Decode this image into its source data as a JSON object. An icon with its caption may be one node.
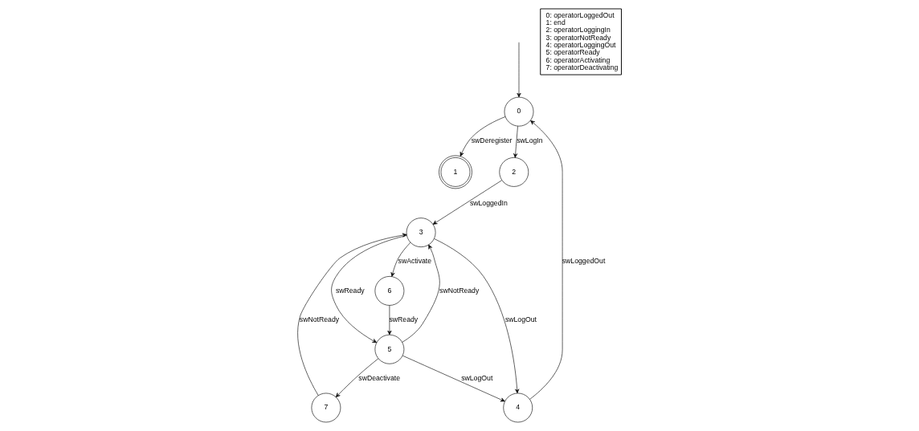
{
  "diagram": {
    "nodes": [
      {
        "text": [
          "0"
        ]
      },
      {
        "text": [
          "1"
        ]
      },
      {
        "text": [
          "2"
        ]
      },
      {
        "text": [
          "3"
        ]
      },
      {
        "text": [
          "4"
        ]
      },
      {
        "text": [
          "5"
        ]
      },
      {
        "text": [
          "6"
        ]
      },
      {
        "text": [
          "7"
        ]
      },
      {
        "text": [
          "0: operatorLoggedOut",
          "1: end",
          "2: operatorLoggingIn",
          "3: operatorNotReady",
          "4: operatorLoggingOut",
          "5: operatorReady",
          "6: operatorActivating",
          "7: operatorDeactivating"
        ]
      }
    ],
    "edges": [
      {
        "from": null,
        "to": 0,
        "arrow": "to"
      },
      {
        "from": 0,
        "to": 1,
        "arrow": "to",
        "label": "swDeregister"
      },
      {
        "from": 0,
        "to": 2,
        "arrow": "to",
        "label": "swLogIn"
      },
      {
        "from": 2,
        "to": 3,
        "arrow": "to",
        "label": "swLoggedIn"
      },
      {
        "from": 3,
        "to": 4,
        "arrow": "to",
        "label": "swLogOut"
      },
      {
        "from": 4,
        "to": 0,
        "arrow": "to",
        "label": "swLoggedOut"
      },
      {
        "from": 5,
        "to": 4,
        "arrow": "to",
        "label": "swLogOut"
      },
      {
        "from": 5,
        "to": 7,
        "arrow": "to",
        "label": "swDeactivate"
      },
      {
        "from": 7,
        "to": 3,
        "arrow": "to",
        "label": "swNotReady"
      },
      {
        "from": 5,
        "to": 3,
        "arrow": "to",
        "label": "swNotReady"
      },
      {
        "from": 3,
        "to": 5,
        "arrow": "to",
        "label": "swReady"
      },
      {
        "from": 3,
        "to": 6,
        "arrow": "to",
        "label": "swActivate"
      },
      {
        "from": 6,
        "to": 5,
        "arrow": "to",
        "label": "swReady"
      }
    ]
  }
}
